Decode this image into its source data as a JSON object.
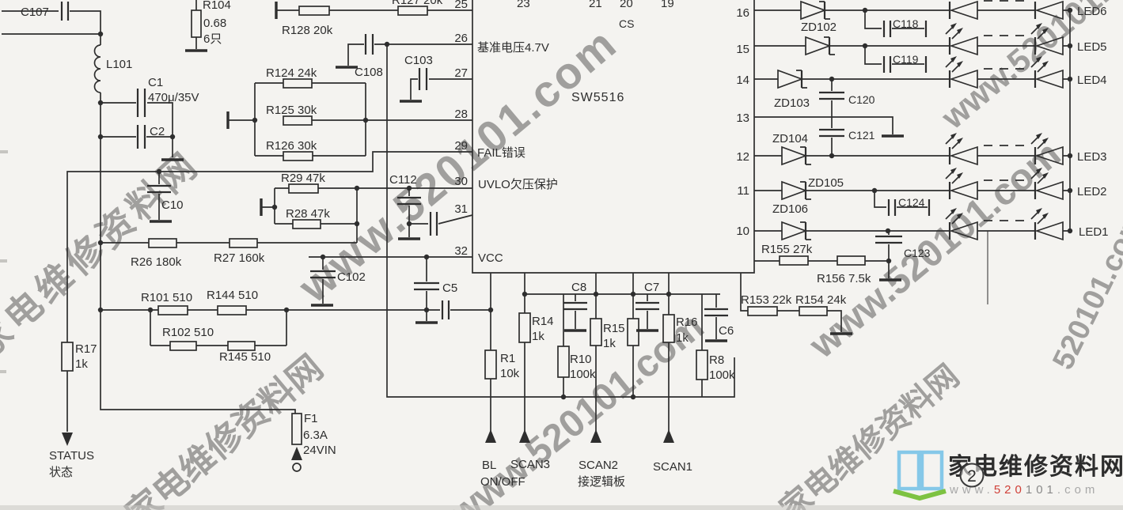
{
  "page": {
    "badge_number": "2"
  },
  "watermarks": {
    "url": "www.520101.com",
    "site": "家电维修资料网",
    "url_short": "520101.com"
  },
  "logo": {
    "site_name": "家电维修资料网",
    "www": "www.",
    "n1": "520",
    "n2": "101",
    "com": ".com"
  },
  "colors": {
    "line": "#2e2e2e",
    "logo_blue": "#7cc2e6",
    "logo_green": "#7dc242",
    "logo_red": "#d04038",
    "watermark_gray": "#c6c4c0"
  },
  "ic": {
    "part_number": "SW5516",
    "cs_label": "CS",
    "top_pins": [
      "23",
      "21",
      "20",
      "19"
    ],
    "left_pins": [
      "25",
      "26",
      "27",
      "28",
      "29",
      "30",
      "31",
      "32"
    ],
    "right_pins": [
      "16",
      "15",
      "14",
      "13",
      "12",
      "11",
      "10"
    ],
    "pin_functions": {
      "ref_voltage": "基准电压4.7V",
      "fail": "FAIL错误",
      "uvlo": "UVLO欠压保护",
      "vcc": "VCC"
    }
  },
  "labels": {
    "c107": "C107",
    "r104": "R104",
    "r104_value": "0.68",
    "r104_qty": "6只",
    "r127": "R127 20k",
    "r128": "R128 20k",
    "l101": "L101",
    "c1": "C1",
    "c1_value": "470μ/35V",
    "c2": "C2",
    "r124": "R124 24k",
    "r125": "R125 30k",
    "r126": "R126 30k",
    "c108": "C108",
    "c103": "C103",
    "c10": "C10",
    "r29": "R29 47k",
    "r28": "R28 47k",
    "r26": "R26 180k",
    "r27": "R27 160k",
    "c112": "C112",
    "c102": "C102",
    "c5": "C5",
    "r101": "R101 510",
    "r144": "R144 510",
    "r102": "R102 510",
    "r145": "R145 510",
    "r17": "R17",
    "r17_value": "1k",
    "status_en": "STATUS",
    "status_cn": "状态",
    "f1": "F1",
    "f1_value": "6.3A",
    "f1_input": "24VIN",
    "r1": "R1",
    "r1_value": "10k",
    "r14": "R14",
    "r14_value": "1k",
    "c8": "C8",
    "r10": "R10",
    "r10_value": "100k",
    "r15": "R15",
    "r15_value": "1k",
    "c7": "C7",
    "r16": "R16",
    "r16_value": "1k",
    "c6": "C6",
    "r8": "R8",
    "r8_value": "100k",
    "bl": "BL",
    "bl_state": "ON/OFF",
    "scan3": "SCAN3",
    "scan2": "SCAN2",
    "scan2_note": "接逻辑板",
    "scan1": "SCAN1",
    "r153": "R153 22k",
    "r154": "R154 24k",
    "r155": "R155 27k",
    "r156": "R156 7.5k",
    "zd102": "ZD102",
    "zd103": "ZD103",
    "zd104": "ZD104",
    "zd105": "ZD105",
    "zd106": "ZD106",
    "c118": "C118",
    "c119": "C119",
    "c120": "C120",
    "c121": "C121",
    "c124": "C124",
    "c123": "C123",
    "led1": "LED1",
    "led2": "LED2",
    "led3": "LED3",
    "led4": "LED4",
    "led5": "LED5",
    "led6": "LED6"
  }
}
